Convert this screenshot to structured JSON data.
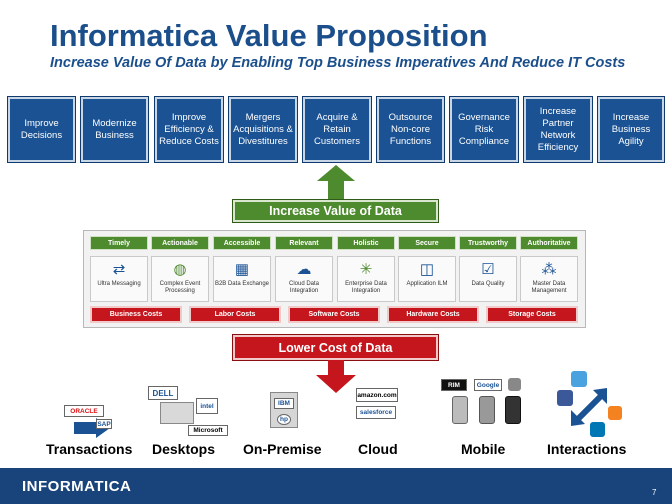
{
  "header": {
    "title": "Informatica Value Proposition",
    "subtitle": "Increase  Value Of Data by Enabling Top Business Imperatives  And Reduce IT Costs"
  },
  "imperatives": [
    {
      "label": "Improve Decisions"
    },
    {
      "label": "Modernize Business"
    },
    {
      "label": "Improve Efficiency & Reduce Costs"
    },
    {
      "label": "Mergers Acquisitions & Divestitures"
    },
    {
      "label": "Acquire & Retain Customers"
    },
    {
      "label": "Outsource Non-core Functions"
    },
    {
      "label": "Governance Risk Compliance"
    },
    {
      "label": "Increase Partner Network Efficiency"
    },
    {
      "label": "Increase Business Agility"
    }
  ],
  "value_banner": "Increase Value of Data",
  "attributes": [
    "Timely",
    "Actionable",
    "Accessible",
    "Relevant",
    "Holistic",
    "Secure",
    "Trustworthy",
    "Authoritative"
  ],
  "products": [
    {
      "name": "Ultra Messaging",
      "icon": "messaging-icon"
    },
    {
      "name": "Complex Event Processing",
      "icon": "event-globe-icon"
    },
    {
      "name": "B2B Data Exchange",
      "icon": "b2b-building-icon"
    },
    {
      "name": "Cloud Data Integration",
      "icon": "cloud-icon"
    },
    {
      "name": "Enterprise Data Integration",
      "icon": "integration-star-icon"
    },
    {
      "name": "Application ILM",
      "icon": "ilm-icon"
    },
    {
      "name": "Data Quality",
      "icon": "checkmark-icon"
    },
    {
      "name": "Master Data Management",
      "icon": "mdm-network-icon"
    }
  ],
  "costs": [
    "Business  Costs",
    "Labor  Costs",
    "Software  Costs",
    "Hardware  Costs",
    "Storage  Costs"
  ],
  "cost_banner": "Lower Cost of Data",
  "sources": [
    {
      "label": "Transactions",
      "logos": [
        "ORACLE",
        "SAP"
      ]
    },
    {
      "label": "Desktops",
      "logos": [
        "DELL",
        "intel",
        "Microsoft"
      ]
    },
    {
      "label": "On-Premise",
      "logos": [
        "IBM",
        "hp"
      ]
    },
    {
      "label": "Cloud",
      "logos": [
        "amazon.com",
        "salesforce"
      ]
    },
    {
      "label": "Mobile",
      "logos": [
        "RIM",
        "Google",
        "Apple"
      ]
    },
    {
      "label": "Interactions",
      "logos": [
        "Twitter",
        "Facebook",
        "LinkedIn",
        "RSS"
      ]
    }
  ],
  "footer": {
    "brand": "INFORMATICA",
    "page_number": "7"
  },
  "colors": {
    "brand_blue": "#1a5294",
    "value_green": "#4e8a2e",
    "cost_red": "#c4161c",
    "footer_navy": "#18437b"
  }
}
